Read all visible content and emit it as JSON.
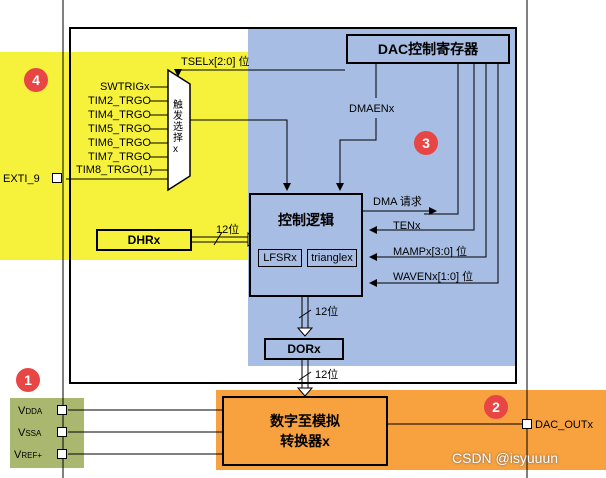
{
  "colors": {
    "zone4": "#f6f23c",
    "zone3": "#a7bde3",
    "zone2": "#f7a13f",
    "zone1": "#a9b76f",
    "marker": "#e84545"
  },
  "markers": {
    "m1": "1",
    "m2": "2",
    "m3": "3",
    "m4": "4"
  },
  "dac_control_register": "DAC控制寄存器",
  "tsel_label": "TSELx[2:0] 位",
  "trigger_inputs": [
    "SWTRIGx",
    "TIM2_TRGO",
    "TIM4_TRGO",
    "TIM5_TRGO",
    "TIM6_TRGO",
    "TIM7_TRGO",
    "TIM8_TRGO(1)"
  ],
  "trigger_select_label": "触发选择x",
  "exti_label": "EXTI_9",
  "dmaen_label": "DMAENx",
  "control_logic": "控制逻辑",
  "lfsr": "LFSRx",
  "triangle": "trianglex",
  "dma_request": "DMA 请求",
  "ten_label": "TENx",
  "mamp_label": "MAMPx[3:0] 位",
  "waven_label": "WAVENx[1:0] 位",
  "dhr": "DHRx",
  "bits12_a": "12位",
  "bits12_b": "12位",
  "bits12_c": "12位",
  "dor": "DORx",
  "dac_converter_line1": "数字至模拟",
  "dac_converter_line2": "转换器x",
  "pins": {
    "vdda": "VDDA",
    "vssa": "VSSA",
    "vref": "VREF+",
    "dac_out": "DAC_OUTx"
  },
  "watermark": "CSDN @isyuuun"
}
